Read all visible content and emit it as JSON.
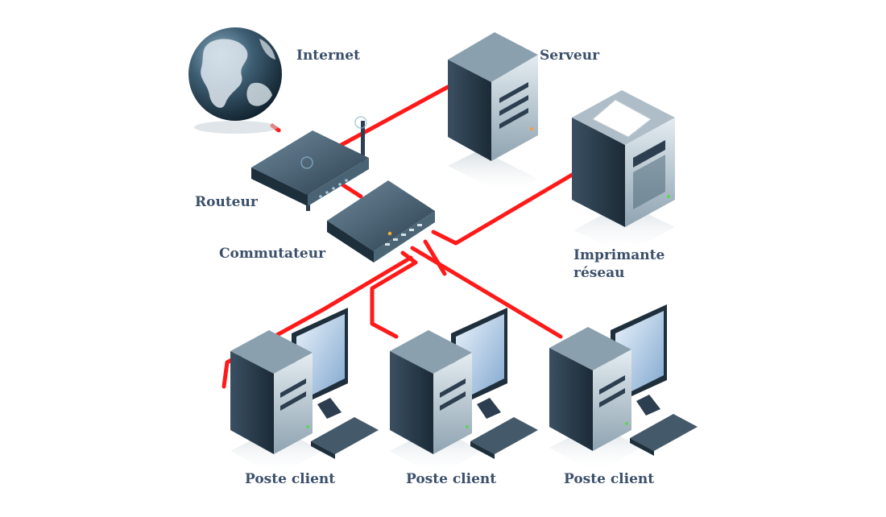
{
  "labels": {
    "internet": "Internet",
    "serveur": "Serveur",
    "routeur": "Routeur",
    "commutateur": "Commutateur",
    "imprimante_line1": "Imprimante",
    "imprimante_line2": "réseau",
    "poste_client_1": "Poste client",
    "poste_client_2": "Poste client",
    "poste_client_3": "Poste client"
  },
  "colors": {
    "cable": "#ff1a1a",
    "label_text": "#3b4f6b",
    "device_dark": "#2c3e4f",
    "device_mid": "#5f7a8d",
    "device_light": "#c8d6df",
    "screen": "#a9c6e6"
  },
  "icons": [
    "globe-icon",
    "router-icon",
    "switch-icon",
    "server-icon",
    "printer-icon",
    "workstation-icon"
  ]
}
